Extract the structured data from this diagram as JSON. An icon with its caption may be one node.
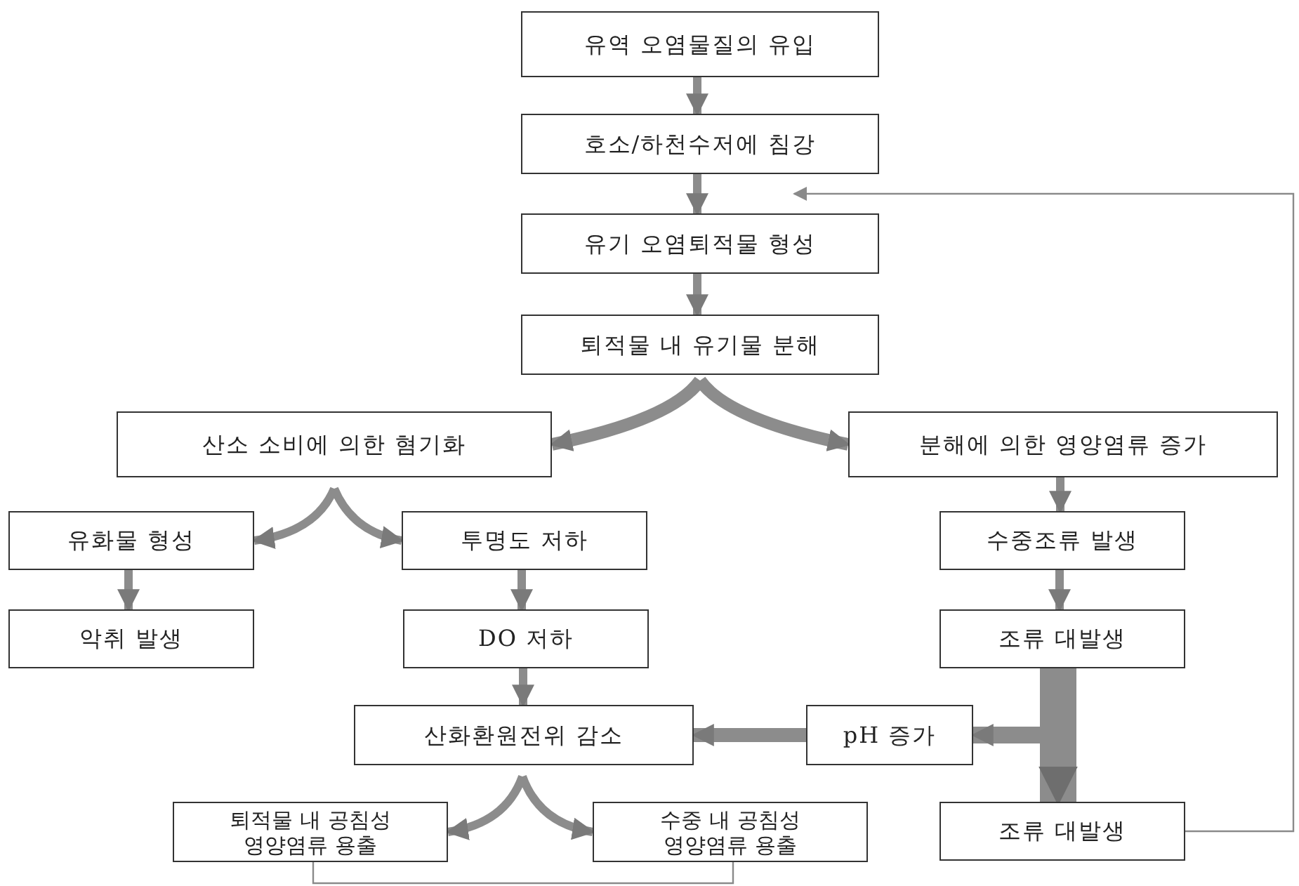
{
  "diagram": {
    "nodes": [
      {
        "text": [
          "유역 오염물질의 유입"
        ]
      },
      {
        "text": [
          "호소/하천수저에 침강"
        ]
      },
      {
        "text": [
          "유기 오염퇴적물 형성"
        ]
      },
      {
        "text": [
          "퇴적물 내 유기물 분해"
        ]
      },
      {
        "text": [
          "산소 소비에 의한 혐기화"
        ]
      },
      {
        "text": [
          "분해에 의한 영양염류 증가"
        ]
      },
      {
        "text": [
          "유화물 형성"
        ]
      },
      {
        "text": [
          "투명도 저하"
        ]
      },
      {
        "text": [
          "수중조류 발생"
        ]
      },
      {
        "text": [
          "악취 발생"
        ]
      },
      {
        "text": [
          "DO 저하"
        ]
      },
      {
        "text": [
          "조류 대발생"
        ]
      },
      {
        "text": [
          "산화환원전위 감소"
        ]
      },
      {
        "text": [
          "pH 증가"
        ]
      },
      {
        "text": [
          "퇴적물 내 공침성 영양염류 용출"
        ]
      },
      {
        "text": [
          "수중 내 공침성 영양염류 용출"
        ]
      },
      {
        "text": [
          "조류 대발생"
        ]
      }
    ],
    "edges": [
      {
        "from": 0,
        "to": 1,
        "arrow": "to",
        "style": "thick"
      },
      {
        "from": 1,
        "to": 2,
        "arrow": "to",
        "style": "thick"
      },
      {
        "from": 2,
        "to": 3,
        "arrow": "to",
        "style": "thick"
      },
      {
        "from": 3,
        "to": 4,
        "arrow": "to",
        "style": "thick"
      },
      {
        "from": 3,
        "to": 5,
        "arrow": "to",
        "style": "thick"
      },
      {
        "from": 4,
        "to": 6,
        "arrow": "to",
        "style": "thick"
      },
      {
        "from": 4,
        "to": 7,
        "arrow": "to",
        "style": "thick"
      },
      {
        "from": 6,
        "to": 9,
        "arrow": "to",
        "style": "thick"
      },
      {
        "from": 7,
        "to": 10,
        "arrow": "to",
        "style": "thick"
      },
      {
        "from": 10,
        "to": 12,
        "arrow": "to",
        "style": "thick"
      },
      {
        "from": 5,
        "to": 8,
        "arrow": "to",
        "style": "thick"
      },
      {
        "from": 8,
        "to": 11,
        "arrow": "to",
        "style": "thick"
      },
      {
        "from": 11,
        "to": 16,
        "arrow": "to",
        "style": "thick"
      },
      {
        "from": 11,
        "to": 13,
        "arrow": "to",
        "style": "thick"
      },
      {
        "from": 13,
        "to": 12,
        "arrow": "to",
        "style": "thick"
      },
      {
        "from": 12,
        "to": 14,
        "arrow": "to",
        "style": "thick"
      },
      {
        "from": 12,
        "to": 15,
        "arrow": "to",
        "style": "thick"
      },
      {
        "from": 14,
        "to": 15,
        "arrow": "none"
      },
      {
        "from": 16,
        "to": 2,
        "arrow": "to"
      }
    ]
  }
}
